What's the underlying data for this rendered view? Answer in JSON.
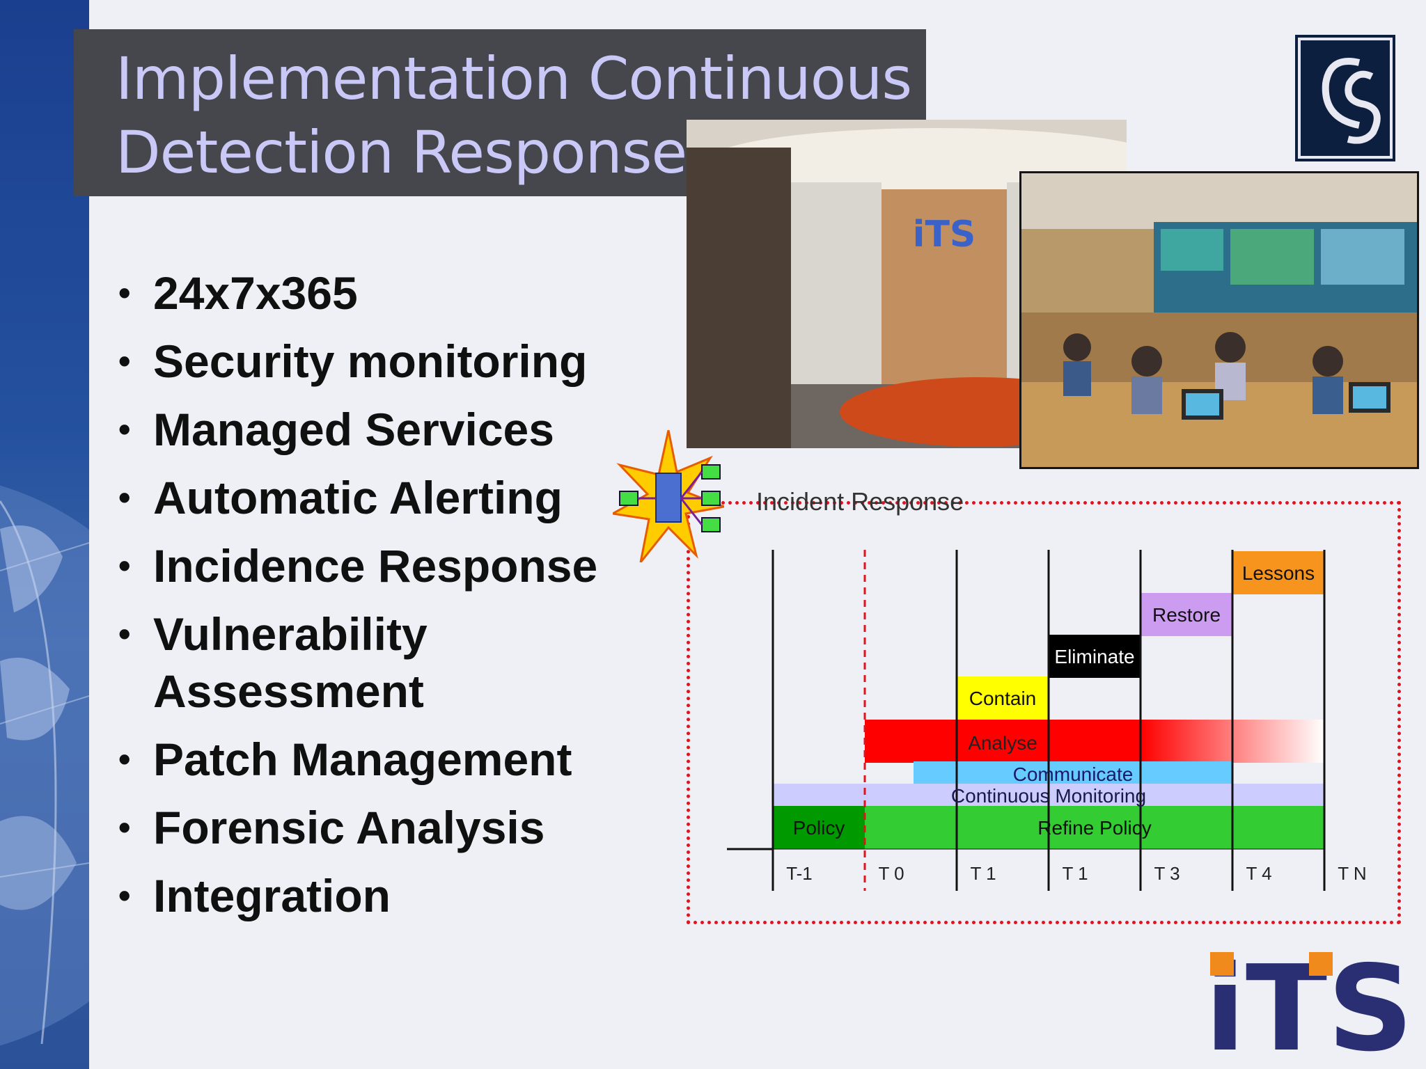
{
  "slide": {
    "title_line1": "Implementation Continuous",
    "title_line2": "Detection Response",
    "bullets": [
      {
        "line1": "24x7x365",
        "line2": ""
      },
      {
        "line1": "Security monitoring",
        "line2": ""
      },
      {
        "line1": "Managed Services",
        "line2": ""
      },
      {
        "line1": "Automatic Alerting",
        "line2": ""
      },
      {
        "line1": "Incidence Response",
        "line2": ""
      },
      {
        "line1": "Vulnerability",
        "line2": "Assessment"
      },
      {
        "line1": "Patch Management",
        "line2": ""
      },
      {
        "line1": "Forensic Analysis",
        "line2": ""
      },
      {
        "line1": "Integration",
        "line2": ""
      }
    ],
    "bullet_glyph": "•",
    "photo_lobby_logo": "iTS",
    "logo_its": "iTS",
    "logo_cs": "CS"
  },
  "diagram": {
    "frame_label": "Incident Response",
    "ticks": [
      "T-1",
      "T 0",
      "T 1",
      "T 1",
      "T 3",
      "T 4",
      "T N"
    ],
    "bars": [
      {
        "label": "Lessons",
        "color": "#f7941d",
        "text_color": "#111"
      },
      {
        "label": "Restore",
        "color": "#cc9cf0",
        "text_color": "#111"
      },
      {
        "label": "Eliminate",
        "color": "#000000",
        "text_color": "#ffffff"
      },
      {
        "label": "Contain",
        "color": "#ffff00",
        "text_color": "#111"
      },
      {
        "label": "Analyse",
        "color": "#ff0000",
        "text_color": "#222"
      },
      {
        "label": "Communicate",
        "color": "#66ccff",
        "text_color": "#1a1a6a"
      },
      {
        "label": "Continuous Monitoring",
        "color": "#ccccff",
        "text_color": "#1a1a4a"
      },
      {
        "label": "Policy",
        "color": "#009900",
        "text_color": "#111"
      },
      {
        "label": "Refine Policy",
        "color": "#33cc33",
        "text_color": "#111"
      }
    ]
  }
}
